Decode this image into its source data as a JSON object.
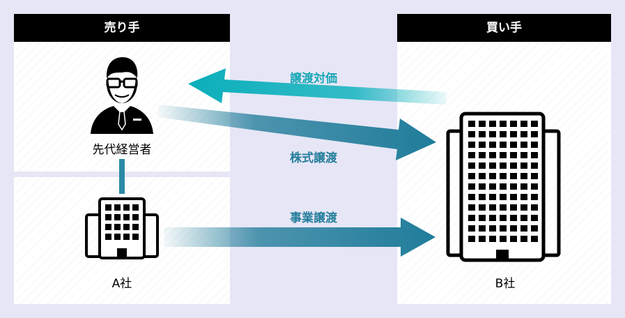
{
  "seller": {
    "header": "売り手",
    "person_label": "先代経営者",
    "company_label": "A社"
  },
  "buyer": {
    "header": "買い手",
    "company_label": "B社"
  },
  "arrows": {
    "payment": "譲渡対価",
    "share_transfer": "株式譲渡",
    "business_transfer": "事業譲渡"
  },
  "colors": {
    "teal": "#14b4bf",
    "blue_teal": "#267f9c",
    "connector": "#2a8aa6",
    "page_bg": "#e6e6f6"
  },
  "icons": [
    "businessman-icon",
    "small-building-icon",
    "tall-building-icon"
  ]
}
